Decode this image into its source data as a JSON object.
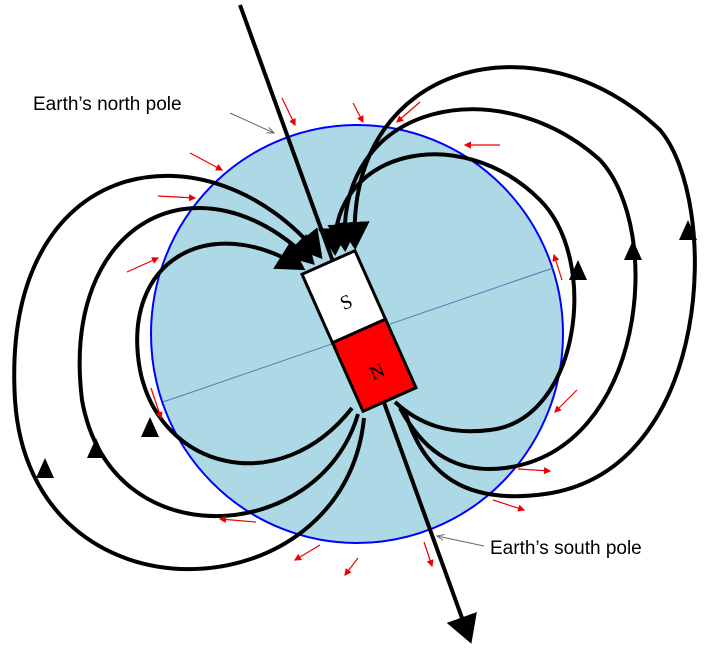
{
  "labels": {
    "north_pole": "Earth’s north pole",
    "south_pole": "Earth’s south pole"
  },
  "magnet": {
    "south_label": "S",
    "north_label": "N"
  },
  "colors": {
    "earth_fill": "#add8e6",
    "earth_outline": "#0000ff",
    "magnet_north": "#ff0000",
    "magnet_south": "#ffffff",
    "field_lines": "#000000",
    "small_arrows": "#ff0000"
  }
}
